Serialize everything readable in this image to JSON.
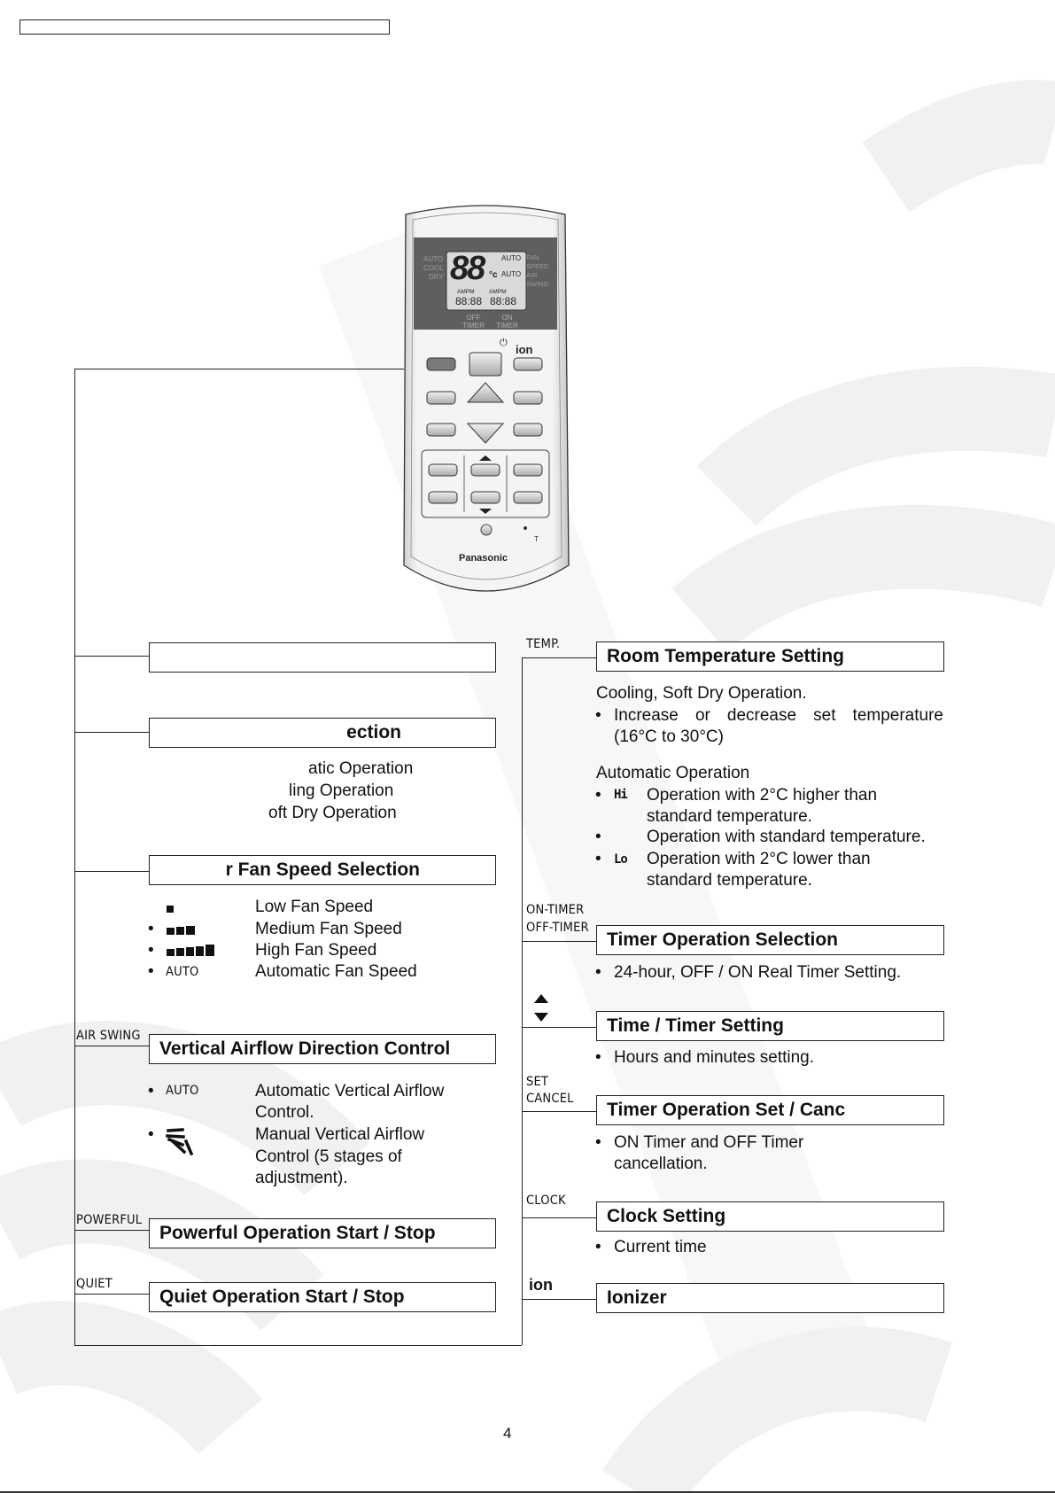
{
  "remote": {
    "lcd_left": [
      "AUTO",
      "COOL",
      "DRY"
    ],
    "lcd_digits": "88",
    "lcd_unit": "°c",
    "lcd_auto_fan": "AUTO",
    "lcd_auto_swing": "AUTO",
    "lcd_ampm1": "AMPM",
    "lcd_ampm2": "AMPM",
    "lcd_time1": "88:88",
    "lcd_time2": "88:88",
    "lcd_right": [
      "FAN",
      "SPEED",
      "AIR",
      "SWING"
    ],
    "timer_labels": {
      "off": "OFF",
      "on": "ON",
      "timer": "TIMER"
    },
    "power_symbol": "⏻",
    "ion_label": "ion",
    "corner_t": "T",
    "brand": "Panasonic"
  },
  "left": {
    "box1": "",
    "box2": "ection",
    "mode_items": [
      "atic Operation",
      "ling Operation",
      "oft Dry Operation"
    ],
    "box3": "r Fan Speed Selection",
    "fan_items": [
      {
        "label": "Low Fan Speed"
      },
      {
        "label": "Medium Fan Speed"
      },
      {
        "label": "High Fan Speed"
      },
      {
        "icon_text": "AUTO",
        "label": "Automatic Fan Speed"
      }
    ],
    "air_swing_tag": "AIR SWING",
    "box4": "Vertical Airflow Direction Control",
    "swing_auto_icon": "AUTO",
    "swing_auto_lines": [
      "Automatic Vertical Airflow",
      "Control."
    ],
    "swing_manual_lines": [
      "Manual Vertical Airflow",
      "Control (5 stages of",
      "adjustment)."
    ],
    "powerful_tag": "POWERFUL",
    "box5": "Powerful Operation Start / Stop",
    "quiet_tag": "QUIET",
    "box6": "Quiet Operation Start / Stop"
  },
  "right": {
    "temp_tag": "TEMP.",
    "box1": "Room Temperature Setting",
    "cool_heading": "Cooling, Soft Dry Operation.",
    "cool_bullet_line1": "Increase or decrease set temperature",
    "cool_bullet_line2": "(16°C to 30°C)",
    "auto_heading": "Automatic Operation",
    "hi_icon": "Hi",
    "auto_hi_lines": [
      "Operation with 2°C higher than",
      "standard temperature."
    ],
    "auto_std": "Operation with standard temperature.",
    "lo_icon": "Lo",
    "auto_lo_lines": [
      "Operation with 2°C lower than",
      "standard temperature."
    ],
    "on_timer_tag": "ON-TIMER",
    "off_timer_tag": "OFF-TIMER",
    "box2": "Timer Operation Selection",
    "timer_bullet": "24-hour, OFF / ON Real Timer Setting.",
    "box3": "Time / Timer Setting",
    "time_bullet": "Hours and minutes setting.",
    "set_tag": "SET",
    "cancel_tag": "CANCEL",
    "box4": "Timer Operation Set / Canc",
    "set_bullet_lines": [
      "ON Timer and OFF Timer",
      "cancellation."
    ],
    "clock_tag": "CLOCK",
    "box5": "Clock Setting",
    "clock_bullet": "Current time",
    "ion_tag": "ion",
    "box6": "Ionizer"
  },
  "page_number": "4",
  "bullet_char": "•"
}
